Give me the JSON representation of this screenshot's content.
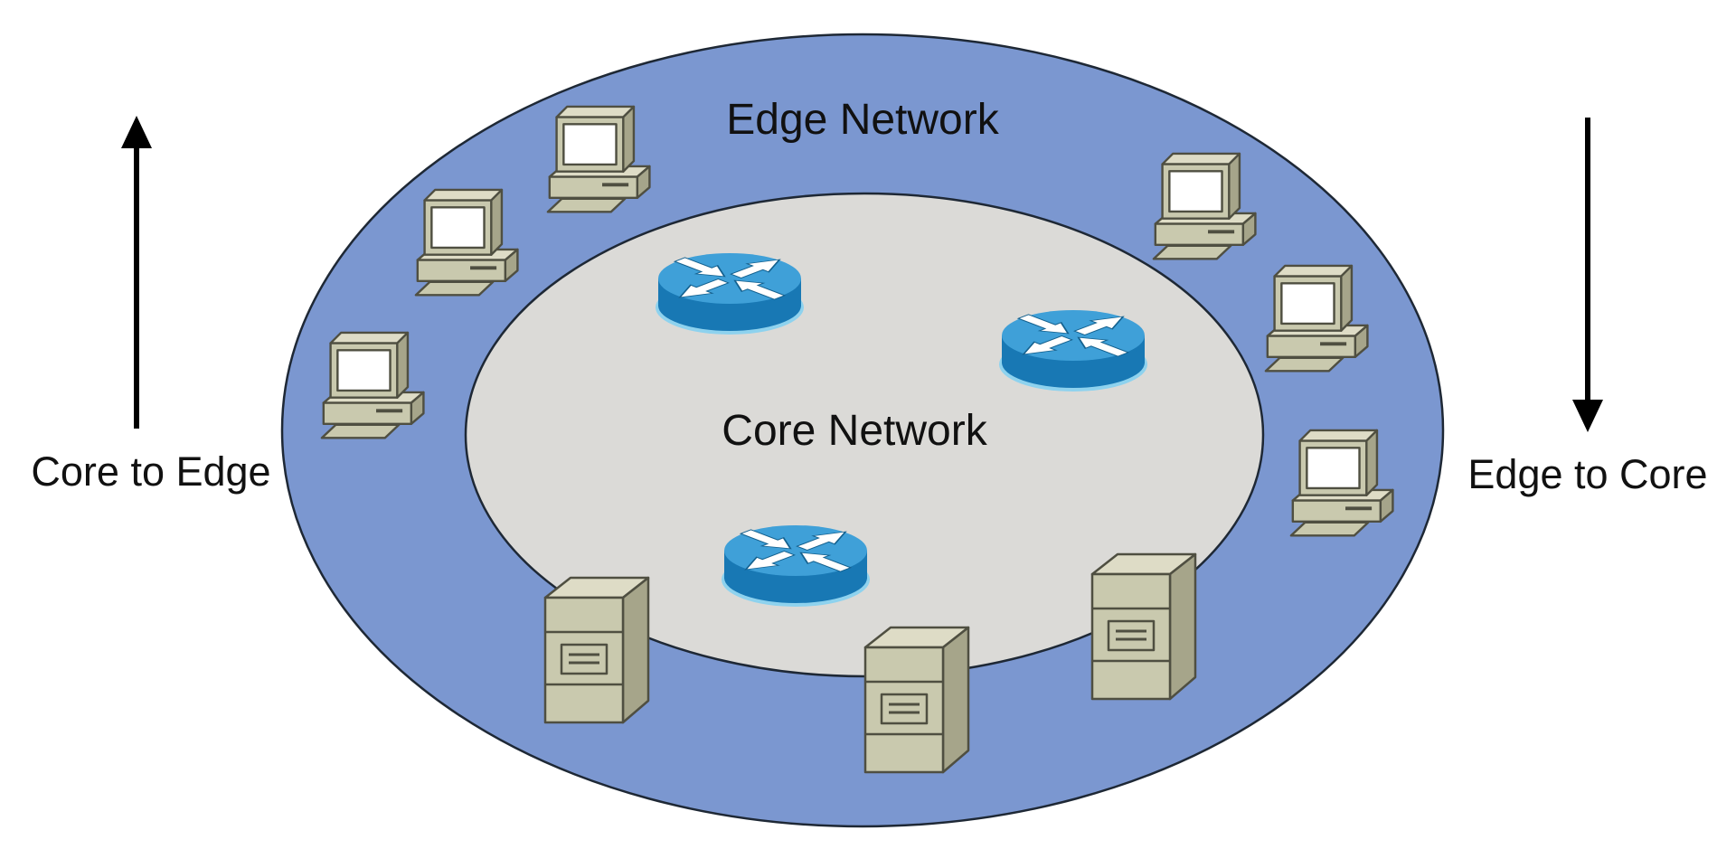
{
  "diagram": {
    "edge_network_label": "Edge Network",
    "core_network_label": "Core Network",
    "left_flow_label": "Core to Edge",
    "right_flow_label": "Edge to Core"
  },
  "colors": {
    "edge_ring_fill": "#7b97d0",
    "core_fill": "#dbdad7",
    "ellipse_outline": "#1e2835",
    "label_text": "#111111",
    "flow_arrow": "#000000",
    "router_top": "#3fa0d8",
    "router_side": "#1878b4",
    "router_rim": "#8ed2ee",
    "router_arrow_fill": "#ffffff",
    "router_arrow_edge": "#14618f",
    "device_front": "#c9c9ae",
    "device_top": "#dedcc6",
    "device_side": "#a6a58a",
    "device_outline": "#4f4f41",
    "screen_fill": "#ffffff"
  },
  "devices": {
    "core_routers": {
      "icon": "router-icon",
      "count": 3
    },
    "edge_computers": {
      "icon": "desktop-computer-icon",
      "count": 6
    },
    "edge_servers": {
      "icon": "server-icon",
      "count": 3
    }
  }
}
